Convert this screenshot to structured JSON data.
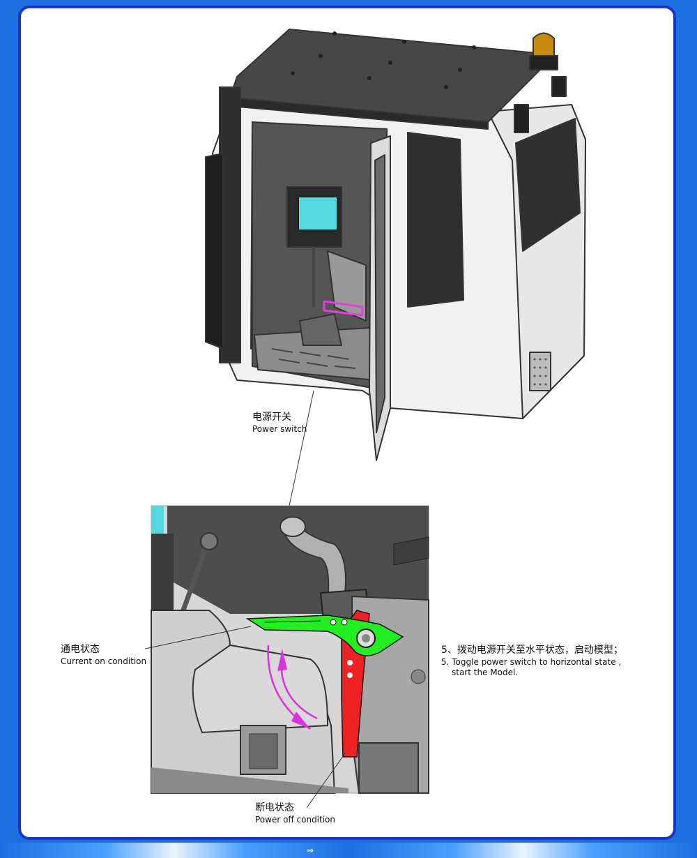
{
  "labels": {
    "power_switch_zh": "电源开关",
    "power_switch_en": "Power switch",
    "on_condition_zh": "通电状态",
    "on_condition_en": "Current on condition",
    "off_condition_zh": "断电状态",
    "off_condition_en": "Power off condition"
  },
  "instruction": {
    "zh": "5、拨动电源开关至水平状态，启动模型；",
    "en_line1": "5. Toggle power switch to horizontal state ,",
    "en_line2": "start the Model."
  },
  "colors": {
    "background": "#1d6fe0",
    "card_border": "#1a35c9",
    "switch_on": "#22ee22",
    "switch_off": "#ee2222",
    "arrow": "#dd33dd",
    "screen": "#55d8e0"
  }
}
